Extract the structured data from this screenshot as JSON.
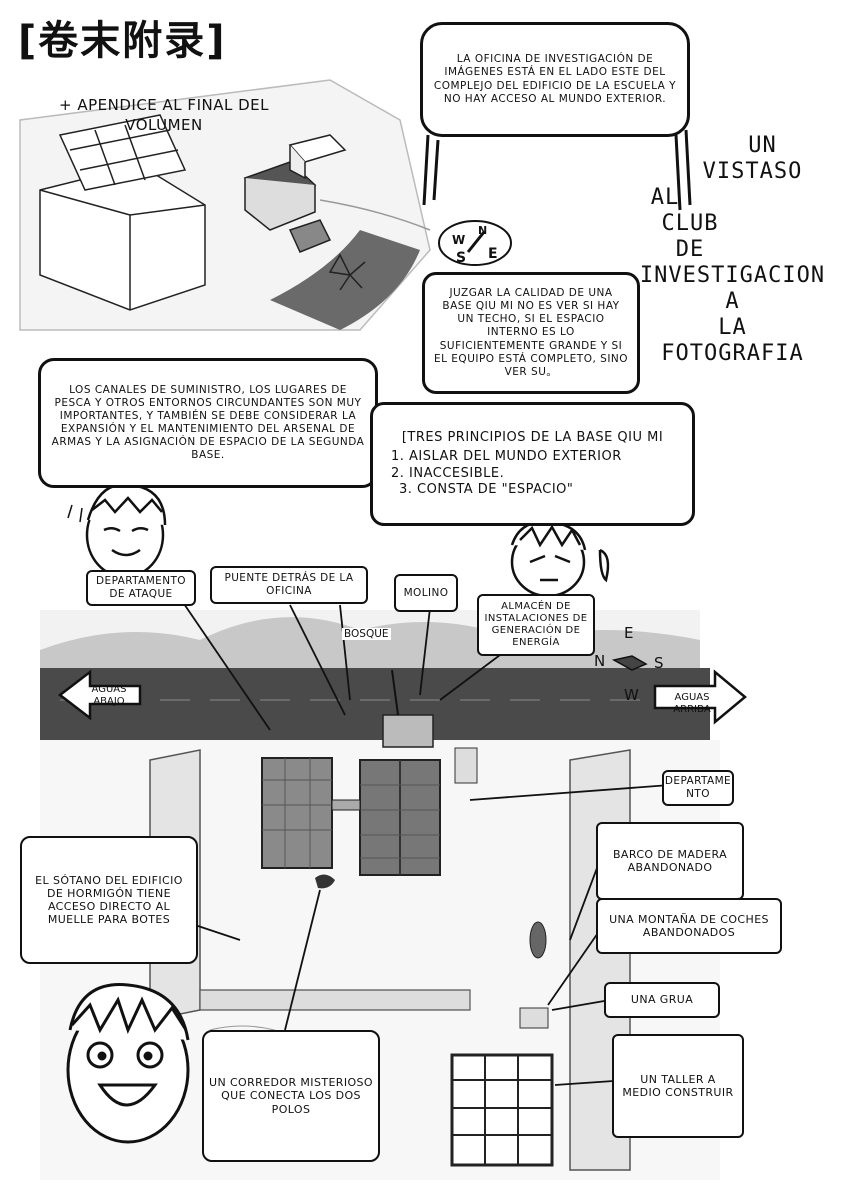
{
  "header": {
    "title": "[卷末附录]",
    "subtitle": "+ APENDICE AL FINAL DEL VOLUMEN"
  },
  "top_info": "LA OFICINA DE INVESTIGACIÓN DE IMÁGENES ESTÁ EN EL LADO ESTE DEL COMPLEJO DEL EDIFICIO DE LA ESCUELA Y NO HAY ACCESO AL MUNDO EXTERIOR.",
  "vertical_title": {
    "l1": "UN",
    "l2": "VISTASO",
    "l3": "AL",
    "l4": "CLUB",
    "l5": "DE",
    "l6": "INVESTIGACION",
    "l7": "A",
    "l8": "LA",
    "l9": "FOTOGRAFIA"
  },
  "judge_note": "JUZGAR LA CALIDAD DE UNA BASE QIU MI NO ES VER SI HAY UN TECHO, SI EL ESPACIO INTERNO ES LO SUFICIENTEMENTE GRANDE Y SI EL EQUIPO ESTÁ COMPLETO, SINO VER SU。",
  "supply_note": "LOS CANALES DE SUMINISTRO, LOS LUGARES DE PESCA Y OTROS ENTORNOS CIRCUNDANTES SON MUY IMPORTANTES, Y TAMBIÉN SE DEBE CONSIDERAR LA EXPANSIÓN Y EL MANTENIMIENTO DEL ARSENAL DE ARMAS Y LA ASIGNACIÓN DE ESPACIO DE LA SEGUNDA BASE.",
  "principles": {
    "heading": "[TRES PRINCIPIOS DE LA BASE QIU MI",
    "items": [
      "1. AISLAR DEL MUNDO EXTERIOR",
      "2. INACCESIBLE.",
      "3. CONSTA DE \"ESPACIO\""
    ]
  },
  "compass_top": {
    "n": "N",
    "w": "W",
    "e": "E",
    "s": "S"
  },
  "compass_map": {
    "e": "E",
    "n": "N",
    "s": "S",
    "w": "W"
  },
  "map_labels": {
    "attack_dept": "DEPARTAMENTO DE ATAQUE",
    "bridge": "PUENTE DETRÁS DE LA OFICINA",
    "mill": "MOLINO",
    "warehouse": "ALMACÉN DE INSTALACIONES DE GENERACIÓN DE ENERGÍA",
    "forest": "BOSQUE",
    "downstream": "AGUAS ABAJO",
    "upstream": "AGUAS ARRIBA",
    "department": "DEPARTAME NTO",
    "basement": "EL SÓTANO DEL EDIFICIO DE HORMIGÓN TIENE ACCESO DIRECTO AL MUELLE PARA BOTES",
    "boat": "BARCO DE MADERA ABANDONADO",
    "cars": "UNA MONTAÑA DE COCHES ABANDONADOS",
    "crane": "UNA GRUA",
    "corridor": "UN CORREDOR MISTERIOSO QUE CONECTA LOS DOS POLOS",
    "workshop": "UN TALLER A MEDIO CONSTRUIR"
  },
  "colors": {
    "ink": "#111111",
    "water": "#4a4a4a",
    "tone": "#9a9a9a",
    "paper": "#ffffff"
  }
}
